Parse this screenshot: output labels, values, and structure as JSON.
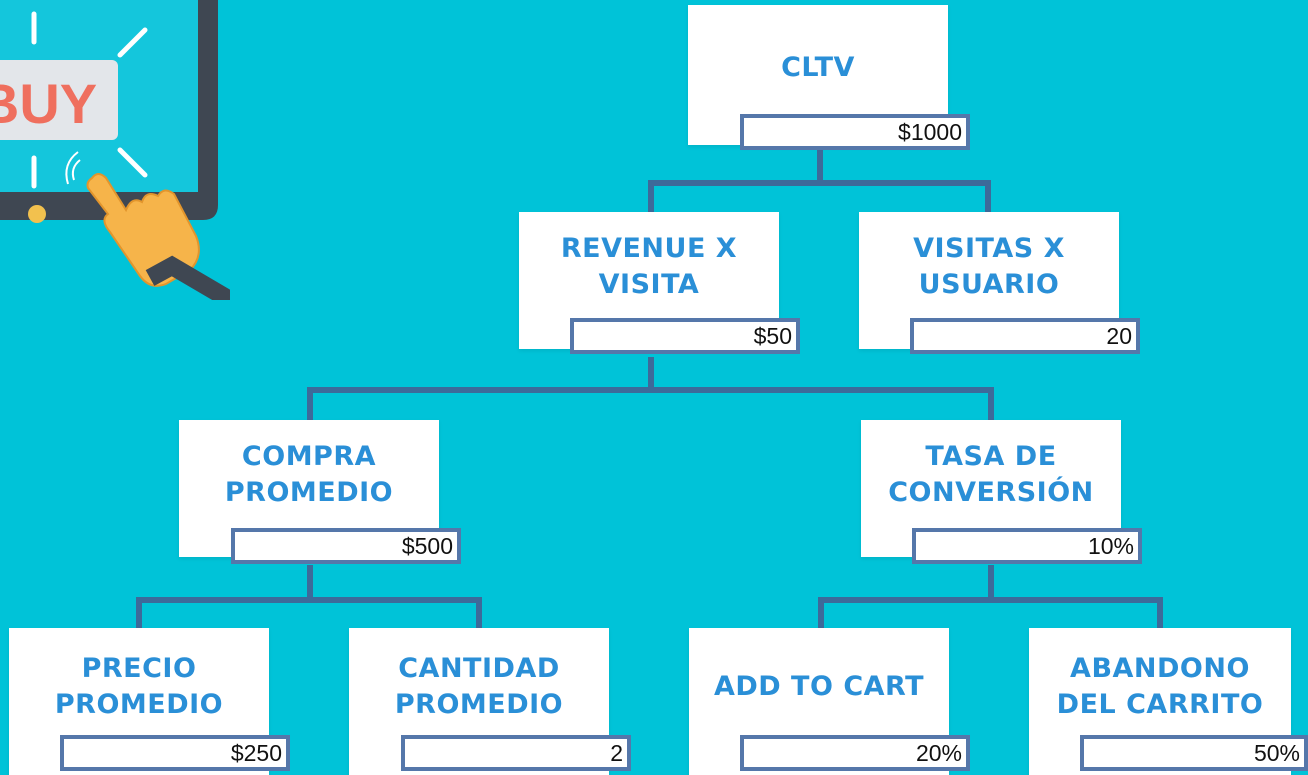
{
  "colors": {
    "background": "#00c3d8",
    "title_text": "#2a8fd7",
    "connector": "#3d6a9a",
    "value_border": "#5577aa"
  },
  "illustration": {
    "button_text": "BUY",
    "icon": "hand-pressing-buy-button-icon"
  },
  "tree": {
    "cltv": {
      "title": "CLTV",
      "value": "$1000"
    },
    "revenue_per_visit": {
      "title": "REVENUE X\nVISITA",
      "value": "$50"
    },
    "visits_per_user": {
      "title": "VISITAS X\nUSUARIO",
      "value": "20"
    },
    "avg_purchase": {
      "title": "COMPRA\nPROMEDIO",
      "value": "$500"
    },
    "conversion_rate": {
      "title": "TASA DE\nCONVERSIÓN",
      "value": "10%"
    },
    "avg_price": {
      "title": "PRECIO\nPROMEDIO",
      "value": "$250"
    },
    "avg_quantity": {
      "title": "CANTIDAD\nPROMEDIO",
      "value": "2"
    },
    "add_to_cart": {
      "title": "ADD TO CART",
      "value": "20%"
    },
    "cart_abandonment": {
      "title": "ABANDONO\nDEL CARRITO",
      "value": "50%"
    }
  }
}
